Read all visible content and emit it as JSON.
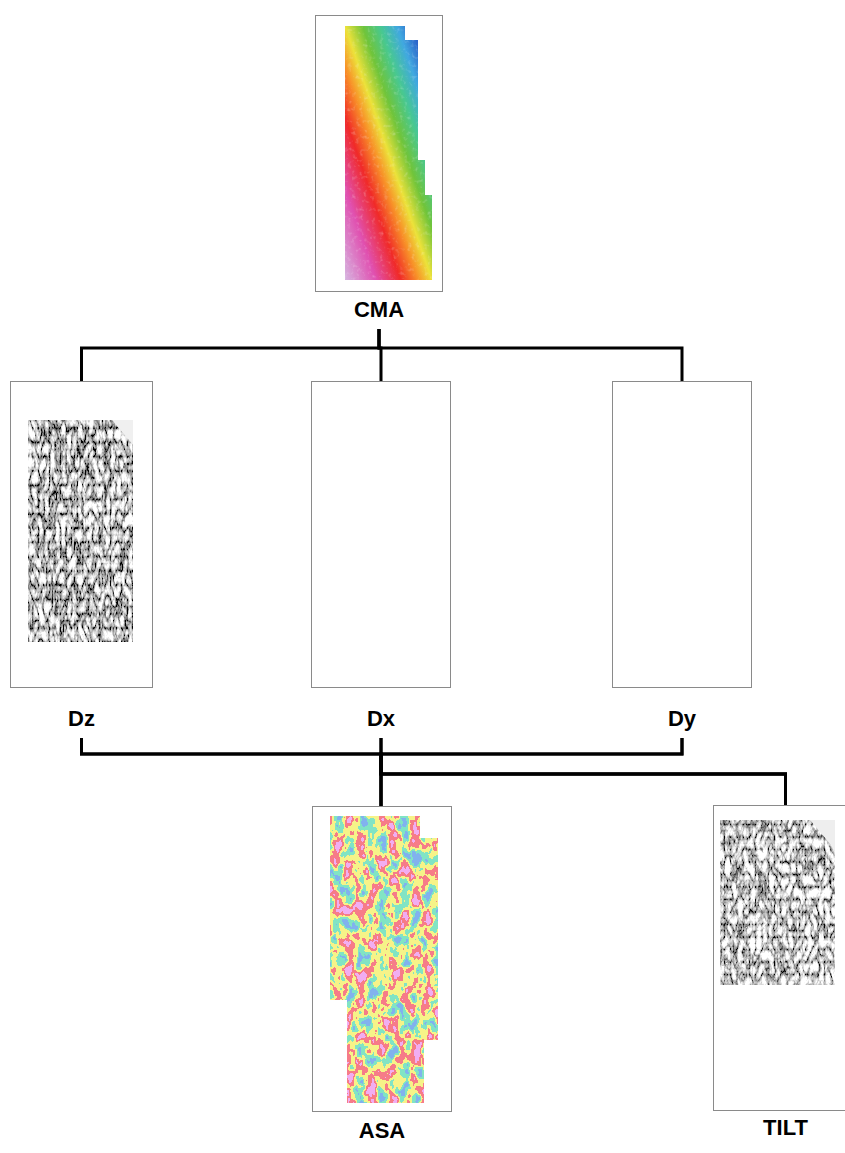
{
  "diagram": {
    "nodes": [
      {
        "text": [
          "CMA"
        ]
      },
      {
        "text": [
          "Dz"
        ]
      },
      {
        "text": [
          "Dx"
        ]
      },
      {
        "text": [
          "Dy"
        ]
      },
      {
        "text": [
          "ASA"
        ]
      },
      {
        "text": [
          "TILT"
        ]
      }
    ],
    "edges": [
      {
        "from": 0,
        "to": 1,
        "arrow": "none"
      },
      {
        "from": 0,
        "to": 2,
        "arrow": "none"
      },
      {
        "from": 0,
        "to": 3,
        "arrow": "none"
      },
      {
        "from": 1,
        "to": 4,
        "arrow": "none"
      },
      {
        "from": 2,
        "to": 4,
        "arrow": "none"
      },
      {
        "from": 3,
        "to": 4,
        "arrow": "none"
      },
      {
        "from": 1,
        "to": 5,
        "arrow": "none"
      },
      {
        "from": 2,
        "to": 5,
        "arrow": "none"
      },
      {
        "from": 3,
        "to": 5,
        "arrow": "none"
      }
    ]
  }
}
